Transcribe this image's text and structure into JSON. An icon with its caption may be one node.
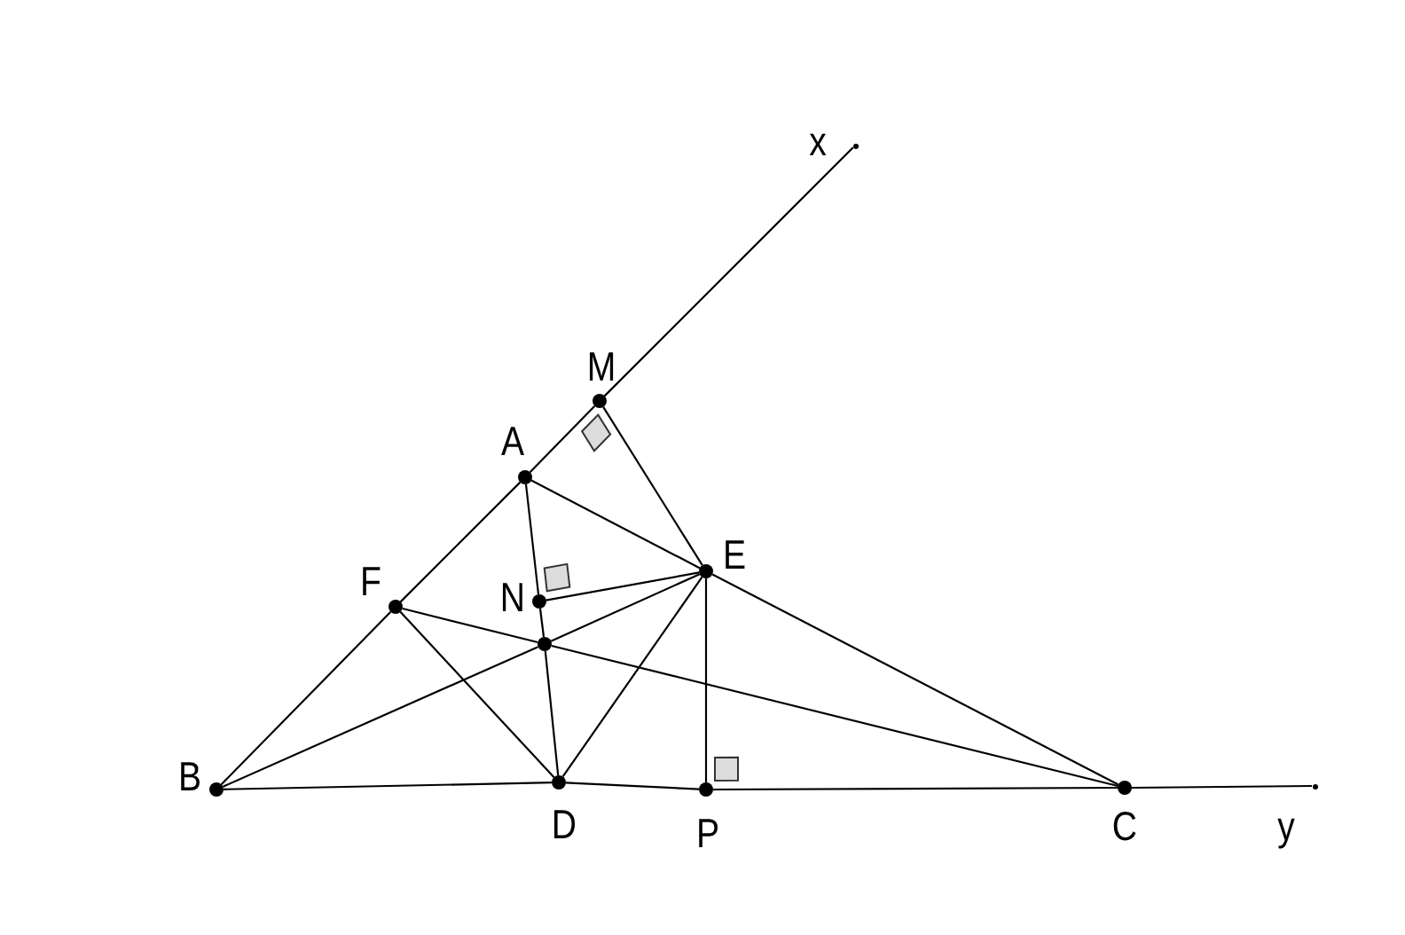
{
  "diagram": {
    "nodes": [
      {
        "text": [
          "x"
        ]
      },
      {
        "text": [
          "M"
        ]
      },
      {
        "text": [
          "A"
        ]
      },
      {
        "text": [
          "E"
        ]
      },
      {
        "text": [
          "F"
        ]
      },
      {
        "text": [
          "N"
        ]
      },
      {
        "text": [],
        "shape": "circle"
      },
      {
        "text": [
          "B"
        ]
      },
      {
        "text": [
          "D"
        ]
      },
      {
        "text": [
          "P"
        ]
      },
      {
        "text": [
          "C"
        ]
      },
      {
        "text": [
          "y"
        ]
      }
    ],
    "edges": [
      {
        "from": 7,
        "to": 4,
        "arrow": "none"
      },
      {
        "from": 4,
        "to": 2,
        "arrow": "none"
      },
      {
        "from": 2,
        "to": 1,
        "arrow": "none"
      },
      {
        "from": 1,
        "to": 0,
        "arrow": "none"
      },
      {
        "from": 7,
        "to": 8,
        "arrow": "none"
      },
      {
        "from": 8,
        "to": 9,
        "arrow": "none"
      },
      {
        "from": 9,
        "to": 10,
        "arrow": "none"
      },
      {
        "from": 10,
        "to": 11,
        "arrow": "none"
      },
      {
        "from": 2,
        "to": 3,
        "arrow": "none"
      },
      {
        "from": 3,
        "to": 10,
        "arrow": "none"
      },
      {
        "from": 1,
        "to": 3,
        "arrow": "none"
      },
      {
        "from": 3,
        "to": 9,
        "arrow": "none"
      },
      {
        "from": 5,
        "to": 3,
        "arrow": "none"
      },
      {
        "from": 6,
        "to": 3,
        "arrow": "none"
      },
      {
        "from": 8,
        "to": 3,
        "arrow": "none"
      },
      {
        "from": 2,
        "to": 5,
        "arrow": "none"
      },
      {
        "from": 5,
        "to": 6,
        "arrow": "none"
      },
      {
        "from": 6,
        "to": 8,
        "arrow": "none"
      },
      {
        "from": 4,
        "to": 6,
        "arrow": "none"
      },
      {
        "from": 6,
        "to": 10,
        "arrow": "none"
      },
      {
        "from": 4,
        "to": 8,
        "arrow": "none"
      },
      {
        "from": 7,
        "to": 6,
        "arrow": "none"
      }
    ]
  }
}
